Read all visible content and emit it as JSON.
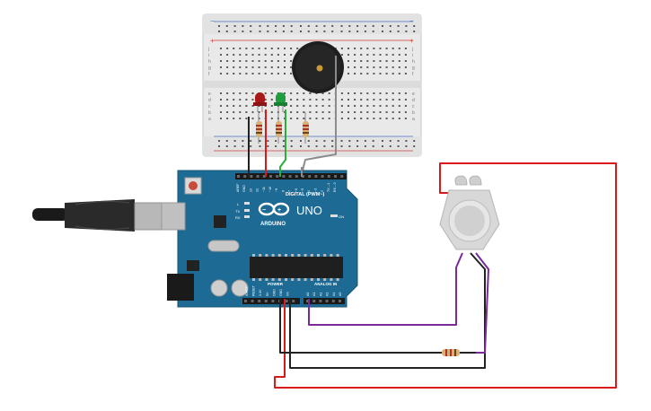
{
  "breadboard": {
    "rail_plus": "+",
    "rail_minus": "−",
    "row_letters_top": [
      "j",
      "i",
      "h",
      "g",
      "f"
    ],
    "row_letters_bottom": [
      "e",
      "d",
      "c",
      "b",
      "a"
    ],
    "column_count": 30
  },
  "arduino": {
    "brand": "ARDUINO",
    "model": "UNO",
    "digital_label": "DIGITAL (PWM~)",
    "power_label": "POWER",
    "analog_label": "ANALOG IN",
    "digital_pins": [
      "AREF",
      "GND",
      "13",
      "12",
      "~11",
      "~10",
      "~9",
      "8",
      "7",
      "~6",
      "~5",
      "4",
      "~3",
      "2",
      "TX→1",
      "RX←0"
    ],
    "power_pins": [
      "IOREF",
      "RESET",
      "3.3V",
      "5V",
      "GND",
      "GND",
      "Vin"
    ],
    "analog_pins": [
      "A0",
      "A1",
      "A2",
      "A3",
      "A4",
      "A5"
    ],
    "led_labels": [
      "L",
      "TX",
      "RX"
    ],
    "on_label": "ON"
  },
  "components": {
    "led_red_color": "#b01818",
    "led_green_color": "#1aa64a",
    "buzzer_color": "#222222",
    "sensor_color": "#d9d9d9"
  },
  "wires": {
    "red": "#d91a1a",
    "black": "#222222",
    "green": "#2cae3a",
    "gray": "#8c8c8c",
    "purple": "#7b2a9a"
  }
}
